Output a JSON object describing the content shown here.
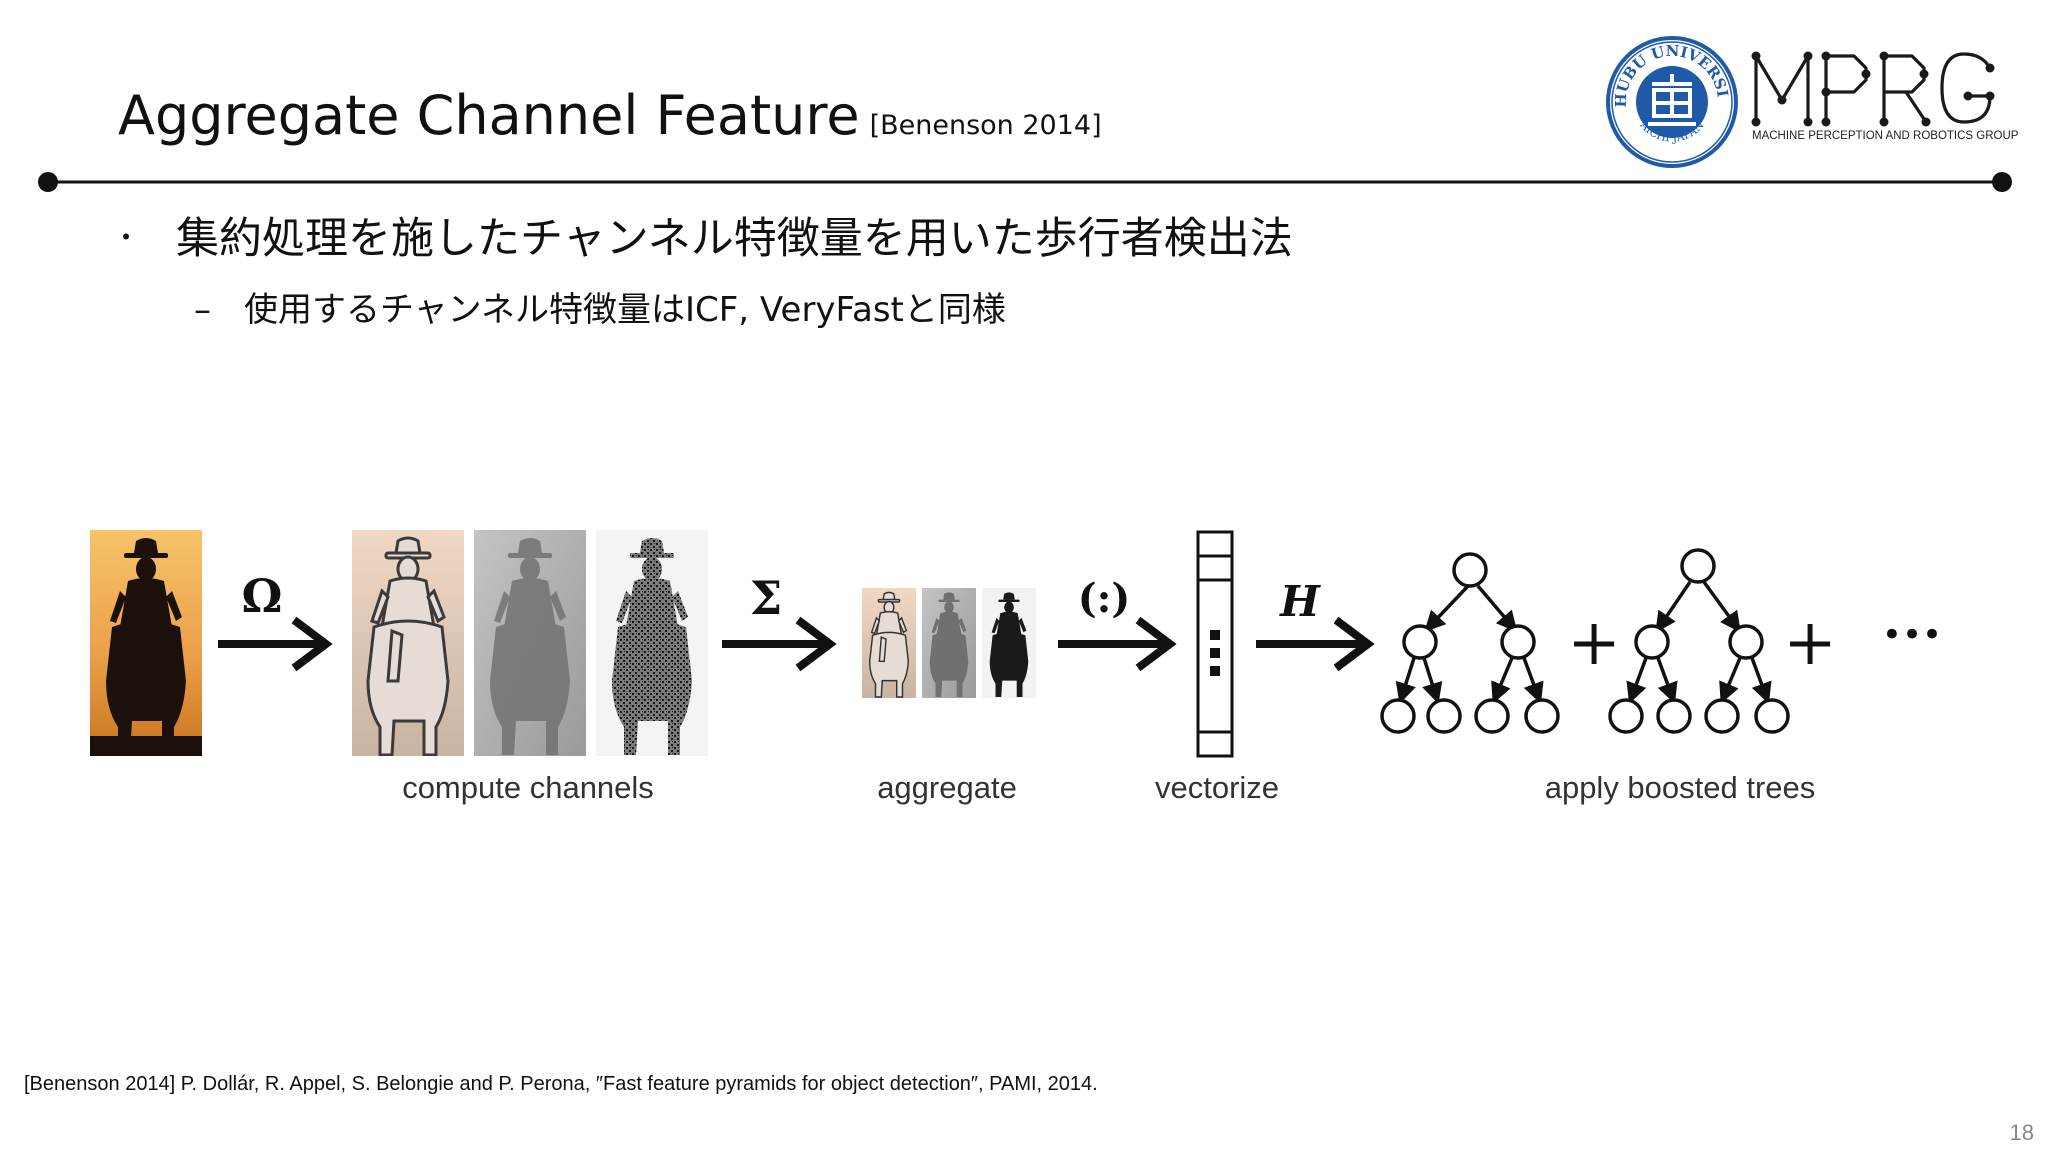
{
  "slide": {
    "title": "Aggregate Channel Feature",
    "title_reference": "[Benenson 2014]",
    "bullets": [
      {
        "marker": "・",
        "text": "集約処理を施したチャンネル特徴量を用いた歩行者検出法"
      },
      {
        "marker": "–",
        "text": "使用するチャンネル特徴量はICF, VeryFastと同様"
      }
    ],
    "footnote": "[Benenson 2014] P. Dollár, R. Appel, S. Belongie and P. Perona, ″Fast feature pyramids for object detection″, PAMI, 2014.",
    "page_number": "18"
  },
  "header": {
    "university_logo": {
      "name": "chubu-university-seal",
      "text_top": "CHUBU UNIVERSITY",
      "text_bottom": "AICHI JAPAN",
      "color": "#1e5aa8"
    },
    "group_logo": {
      "name": "mprg-logo",
      "letters": "MPRG",
      "subtitle": "MACHINE PERCEPTION AND ROBOTICS GROUP"
    }
  },
  "diagram": {
    "operator_symbols": {
      "omega": "Ω",
      "sigma": "Σ",
      "vectorize": "(:)",
      "classifier": "H",
      "plus": "+",
      "ellipsis": "•••"
    },
    "captions": {
      "compute_channels": "compute channels",
      "aggregate": "aggregate",
      "vectorize": "vectorize",
      "apply_boosted_trees": "apply boosted trees"
    },
    "colors": {
      "sunset_top": "#f3b55a",
      "sunset_bottom": "#c8741d",
      "silhouette": "#1c110a",
      "line": "#111111"
    }
  }
}
